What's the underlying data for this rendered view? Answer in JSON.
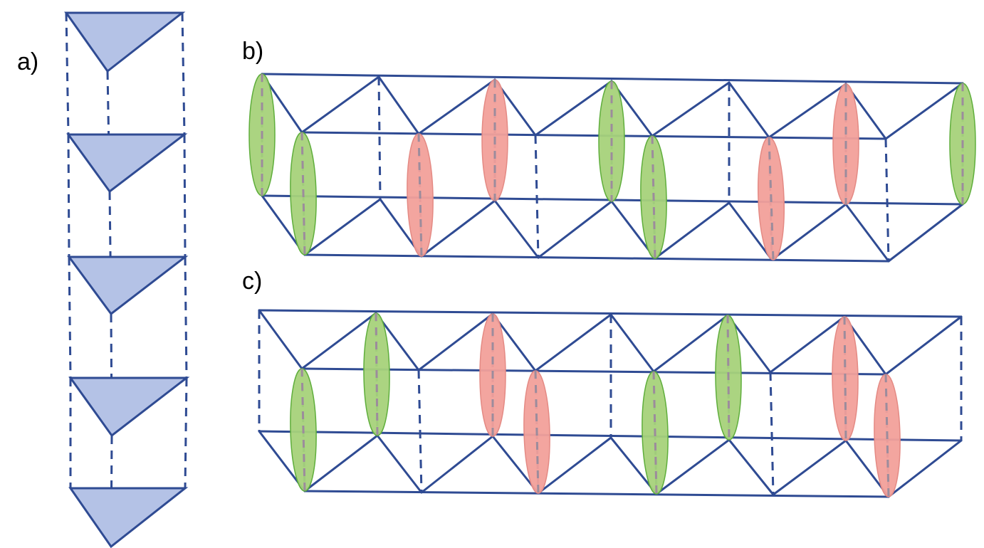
{
  "labels": {
    "a": "a)",
    "b": "b)",
    "c": "c)"
  },
  "colors": {
    "edge": "#2f4b93",
    "triangle_fill": "#b4c2e6",
    "green": "#a6d27a",
    "green_stroke": "#5fae3c",
    "red": "#f2a09a",
    "red_stroke": "#e48a84"
  },
  "panel_b": {
    "ellipse_colors": [
      "green",
      "green",
      "red",
      "red",
      "green",
      "green",
      "red",
      "red",
      "green"
    ]
  },
  "panel_c": {
    "ellipse_colors": [
      "green",
      "green",
      "red",
      "red",
      "green",
      "green",
      "red",
      "red"
    ]
  }
}
